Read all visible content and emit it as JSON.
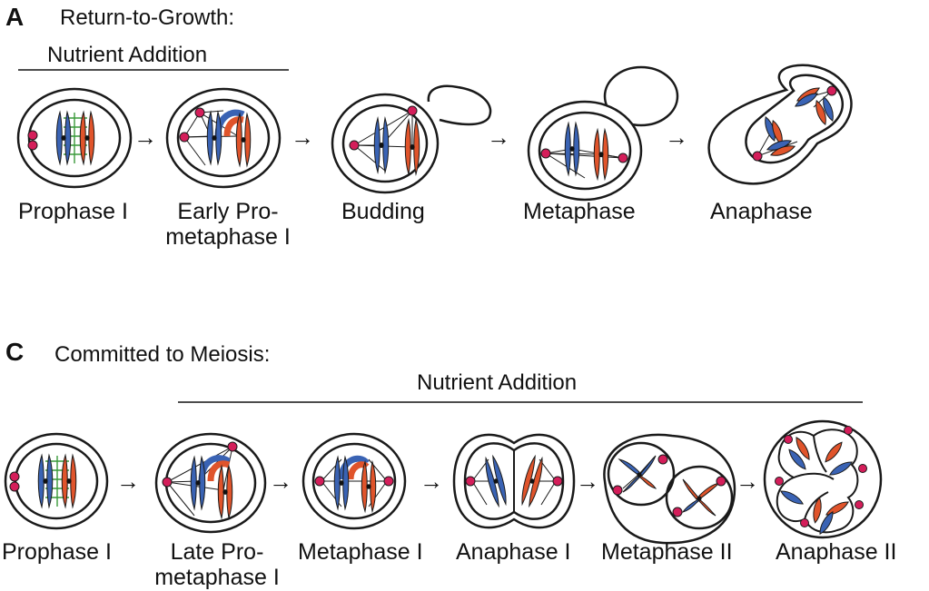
{
  "panel_a": {
    "letter": "A",
    "title": "Return-to-Growth:",
    "condition": "Nutrient Addition",
    "stages": [
      {
        "line1": "Prophase I",
        "line2": ""
      },
      {
        "line1": "Early Pro-",
        "line2": "metaphase I"
      },
      {
        "line1": "Budding",
        "line2": ""
      },
      {
        "line1": "Metaphase",
        "line2": ""
      },
      {
        "line1": "Anaphase",
        "line2": ""
      }
    ]
  },
  "panel_c": {
    "letter": "C",
    "title": "Committed to Meiosis:",
    "condition": "Nutrient Addition",
    "stages": [
      {
        "line1": "Prophase I",
        "line2": ""
      },
      {
        "line1": "Late Pro-",
        "line2": "metaphase I"
      },
      {
        "line1": "Metaphase I",
        "line2": ""
      },
      {
        "line1": "Anaphase I",
        "line2": ""
      },
      {
        "line1": "Metaphase II",
        "line2": ""
      },
      {
        "line1": "Anaphase II",
        "line2": ""
      }
    ]
  },
  "arrow_glyph": "→",
  "colors": {
    "chromosome_blue": "#3a63b4",
    "chromosome_orange": "#e0542b",
    "spindle_pole_body": "#d41e5a",
    "synaptonemal_complex": "#3a9a3a",
    "outline": "#1a1a1a"
  }
}
